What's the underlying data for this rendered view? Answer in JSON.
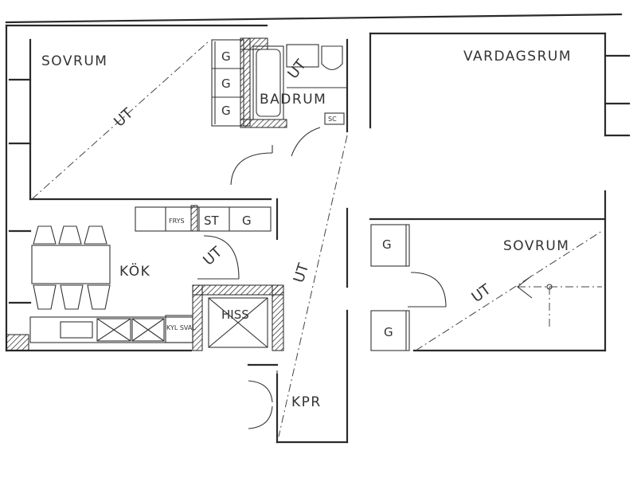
{
  "floorplan": {
    "rooms": {
      "sovrum_1": "SOVRUM",
      "vardagsrum": "VARDAGSRUM",
      "badrum": "BADRUM",
      "kok": "KÖK",
      "sovrum_2": "SOVRUM",
      "kpr": "KPR",
      "hiss": "HISS"
    },
    "fixtures": {
      "wardrobe": "G",
      "stove": "ST",
      "freezer": "FRYS",
      "fridge": "KYL SVAL",
      "washer": "SC"
    },
    "exit_marker": "UT"
  }
}
